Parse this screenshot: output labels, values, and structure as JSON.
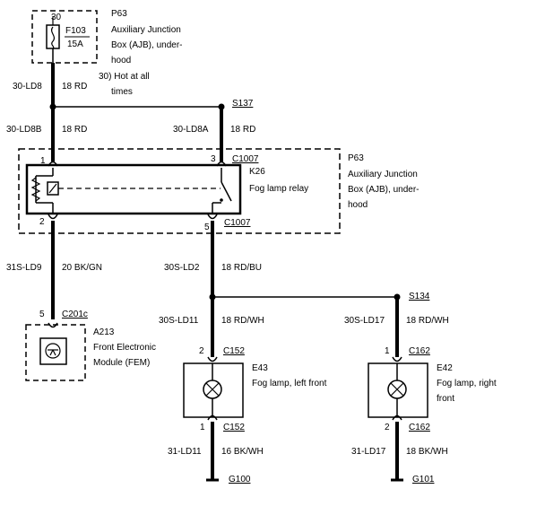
{
  "ajb_top": {
    "pin": "30",
    "fuse_id": "F103",
    "fuse_rating": "15A",
    "ref": "P63",
    "name_l1": "Auxiliary Junction",
    "name_l2": "Box (AJB), under-",
    "name_l3": "hood",
    "note_l1": "30)  Hot at all",
    "note_l2": "times"
  },
  "wires": {
    "w1_circuit": "30-LD8",
    "w1_gauge": "18 RD",
    "w2_circuit": "30-LD8B",
    "w2_gauge": "18 RD",
    "w3_circuit": "30-LD8A",
    "w3_gauge": "18 RD",
    "w4_circuit": "31S-LD9",
    "w4_gauge": "20 BK/GN",
    "w5_circuit": "30S-LD2",
    "w5_gauge": "18 RD/BU",
    "w6_circuit": "30S-LD11",
    "w6_gauge": "18 RD/WH",
    "w7_circuit": "30S-LD17",
    "w7_gauge": "18 RD/WH",
    "w8_circuit": "31-LD11",
    "w8_gauge": "16 BK/WH",
    "w9_circuit": "31-LD17",
    "w9_gauge": "18 BK/WH"
  },
  "splices": {
    "s137": "S137",
    "s134": "S134"
  },
  "relay": {
    "connector": "C1007",
    "pin1": "1",
    "pin2": "2",
    "pin3": "3",
    "pin5": "5",
    "id": "K26",
    "name": "Fog lamp relay",
    "box_ref": "P63",
    "box_l1": "Auxiliary Junction",
    "box_l2": "Box (AJB), under-",
    "box_l3": "hood"
  },
  "fem": {
    "pin": "5",
    "connector": "C201c",
    "ref": "A213",
    "name_l1": "Front Electronic",
    "name_l2": "Module (FEM)"
  },
  "lamp_left": {
    "pin_top": "2",
    "pin_bottom": "1",
    "connector": "C152",
    "ref": "E43",
    "name": "Fog lamp, left front"
  },
  "lamp_right": {
    "pin_top": "1",
    "pin_bottom": "2",
    "connector": "C162",
    "ref": "E42",
    "name_l1": "Fog lamp, right",
    "name_l2": "front"
  },
  "grounds": {
    "g100": "G100",
    "g101": "G101"
  },
  "icons": [
    "fuse-icon",
    "relay-coil-icon",
    "relay-switch-icon",
    "module-icon",
    "lamp-icon",
    "ground-icon"
  ]
}
